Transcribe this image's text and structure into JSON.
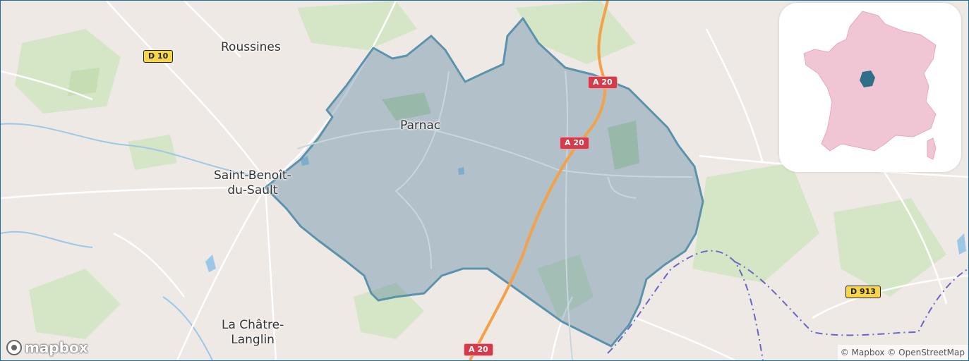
{
  "map": {
    "places": [
      {
        "id": "roussines",
        "label": "Roussines"
      },
      {
        "id": "parnac",
        "label": "Parnac"
      },
      {
        "id": "saint-benoit",
        "label": "Saint-Benoît-\ndu-Sault"
      },
      {
        "id": "la-chatre",
        "label": "La Châtre-\nLanglin"
      }
    ],
    "road_shields": [
      {
        "id": "d10",
        "label": "D 10",
        "kind": "departmental"
      },
      {
        "id": "a20-top",
        "label": "A 20",
        "kind": "motorway"
      },
      {
        "id": "a20-mid",
        "label": "A 20",
        "kind": "motorway"
      },
      {
        "id": "a20-bottom",
        "label": "A 20",
        "kind": "motorway"
      },
      {
        "id": "d913",
        "label": "D 913",
        "kind": "departmental"
      }
    ],
    "highlighted_area": {
      "name": "Parnac",
      "fill": "#4f7f9c",
      "stroke": "#5b93ad"
    },
    "colors": {
      "land": "#efe9e6",
      "forest": "#d5e6c6",
      "road": "#ffffff",
      "motorway": "#f3a24a",
      "boundary": "#6a67c4"
    }
  },
  "inset": {
    "region": "Indre",
    "country_fill": "#f0c6d5",
    "highlight_fill": "#2f6f88"
  },
  "branding": {
    "logo_icon": "mapbox-logo-icon",
    "logo_text": "mapbox",
    "attribution": "© Mapbox © OpenStreetMap"
  }
}
